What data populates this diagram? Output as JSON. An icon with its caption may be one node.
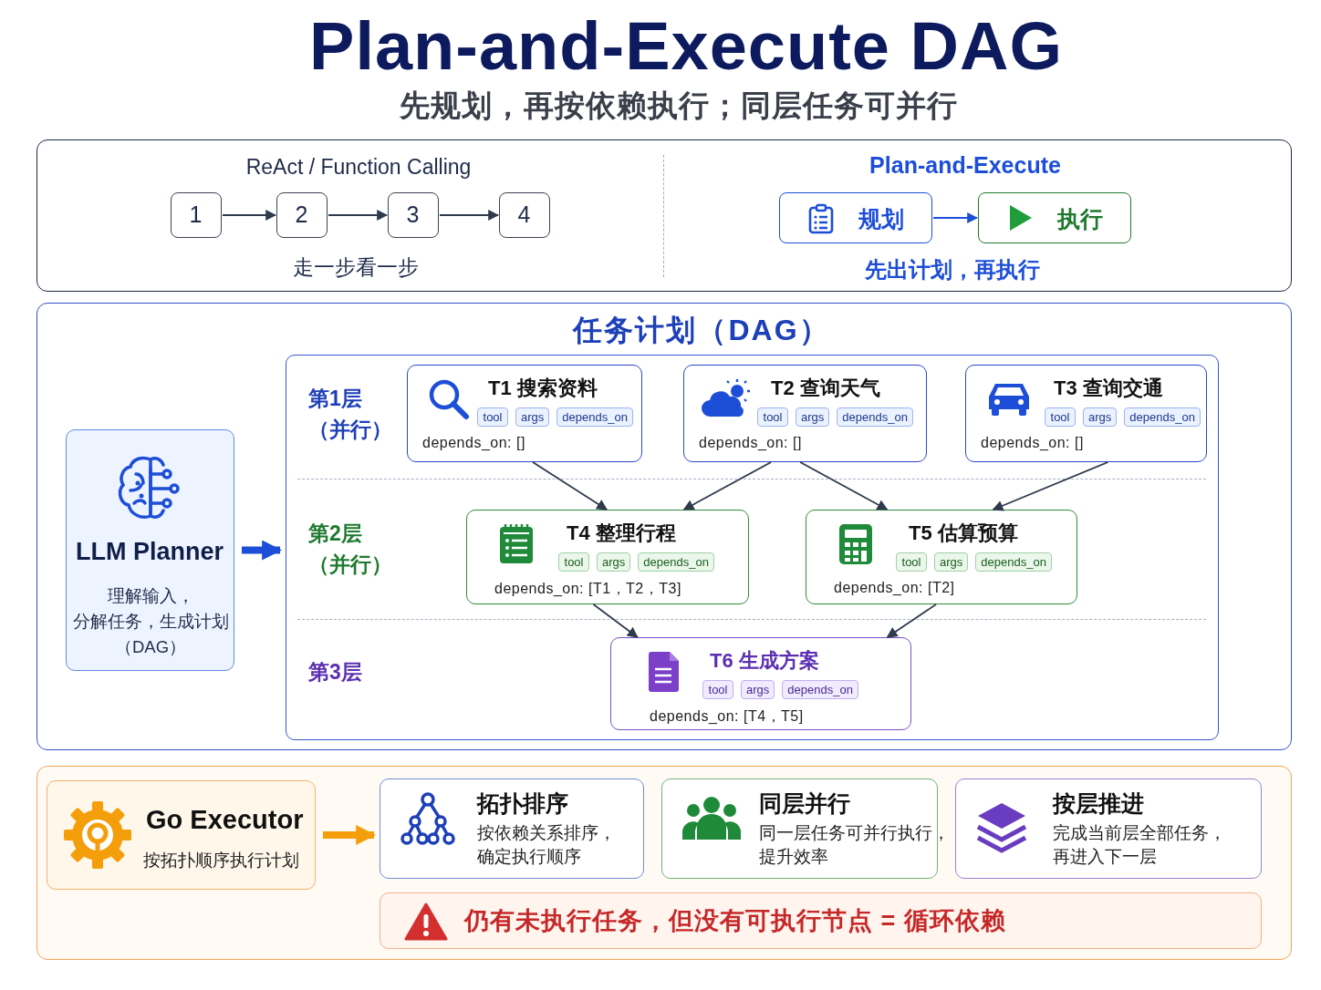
{
  "diagram": {
    "title": "Plan-and-Execute DAG",
    "nodes": [
      {
        "text": [
          "ReAct / Function Calling",
          "走一步看一步",
          "Plan-and-Execute",
          "先出计划，再执行"
        ]
      },
      {
        "text": [
          "1"
        ],
        "in": 0
      },
      {
        "text": [
          "2"
        ],
        "in": 0
      },
      {
        "text": [
          "3"
        ],
        "in": 0
      },
      {
        "text": [
          "4"
        ],
        "in": 0
      },
      {
        "text": [
          "规划"
        ],
        "in": 0
      },
      {
        "text": [
          "执行"
        ],
        "in": 0
      },
      {
        "text": [
          "任务计划（DAG）"
        ]
      },
      {
        "text": [
          "LLM Planner",
          "理解输入，分解任务，生成计划（DAG）"
        ],
        "in": 7
      },
      {
        "text": [
          "第1层（并行）",
          "第2层（并行）",
          "第3层"
        ],
        "in": 7
      },
      {
        "text": [
          "T1 搜索资料",
          "tool",
          "args",
          "depends_on",
          "depends_on: []"
        ],
        "in": 9
      },
      {
        "text": [
          "T2 查询天气",
          "tool",
          "args",
          "depends_on",
          "depends_on: []"
        ],
        "in": 9
      },
      {
        "text": [
          "T3 查询交通",
          "tool",
          "args",
          "depends_on",
          "depends_on: []"
        ],
        "in": 9
      },
      {
        "text": [
          "T4 整理行程",
          "tool",
          "args",
          "depends_on",
          "depends_on: [T1，T2，T3]"
        ],
        "in": 9
      },
      {
        "text": [
          "T5 估算预算",
          "tool",
          "args",
          "depends_on",
          "depends_on: [T2]"
        ],
        "in": 9
      },
      {
        "text": [
          "T6 生成方案",
          "tool",
          "args",
          "depends_on",
          "depends_on: [T4，T5]"
        ],
        "in": 9
      },
      {
        "text": [],
        "shape": "box"
      },
      {
        "text": [
          "Go Executor",
          "按拓扑顺序执行计划"
        ],
        "in": 16
      },
      {
        "text": [
          "拓扑排序",
          "按依赖关系排序，确定执行顺序"
        ],
        "in": 16
      },
      {
        "text": [
          "同层并行",
          "同一层任务可并行执行，提升效率"
        ],
        "in": 16
      },
      {
        "text": [
          "按层推进",
          "完成当前层全部任务，再进入下一层"
        ],
        "in": 16
      },
      {
        "text": [
          "仍有未执行任务，但没有可执行节点 = 循环依赖"
        ],
        "in": 16
      }
    ],
    "edges": [
      {
        "from": 1,
        "to": 2,
        "arrow": "to"
      },
      {
        "from": 2,
        "to": 3,
        "arrow": "to"
      },
      {
        "from": 3,
        "to": 4,
        "arrow": "to"
      },
      {
        "from": 5,
        "to": 6,
        "arrow": "to",
        "color": "#1d4ed8"
      },
      {
        "from": 8,
        "to": 9,
        "arrow": "to",
        "style": "thick",
        "color": "#1d4ed8"
      },
      {
        "from": 10,
        "to": 13,
        "arrow": "to"
      },
      {
        "from": 11,
        "to": 13,
        "arrow": "to"
      },
      {
        "from": 11,
        "to": 14,
        "arrow": "to"
      },
      {
        "from": 12,
        "to": 14,
        "arrow": "to"
      },
      {
        "from": 13,
        "to": 15,
        "arrow": "to"
      },
      {
        "from": 14,
        "to": 15,
        "arrow": "to"
      },
      {
        "from": 17,
        "to": 18,
        "arrow": "to",
        "style": "thick",
        "color": "#f59e0b"
      }
    ],
    "labels": [
      "先规划，再按依赖执行；同层任务可并行"
    ]
  }
}
